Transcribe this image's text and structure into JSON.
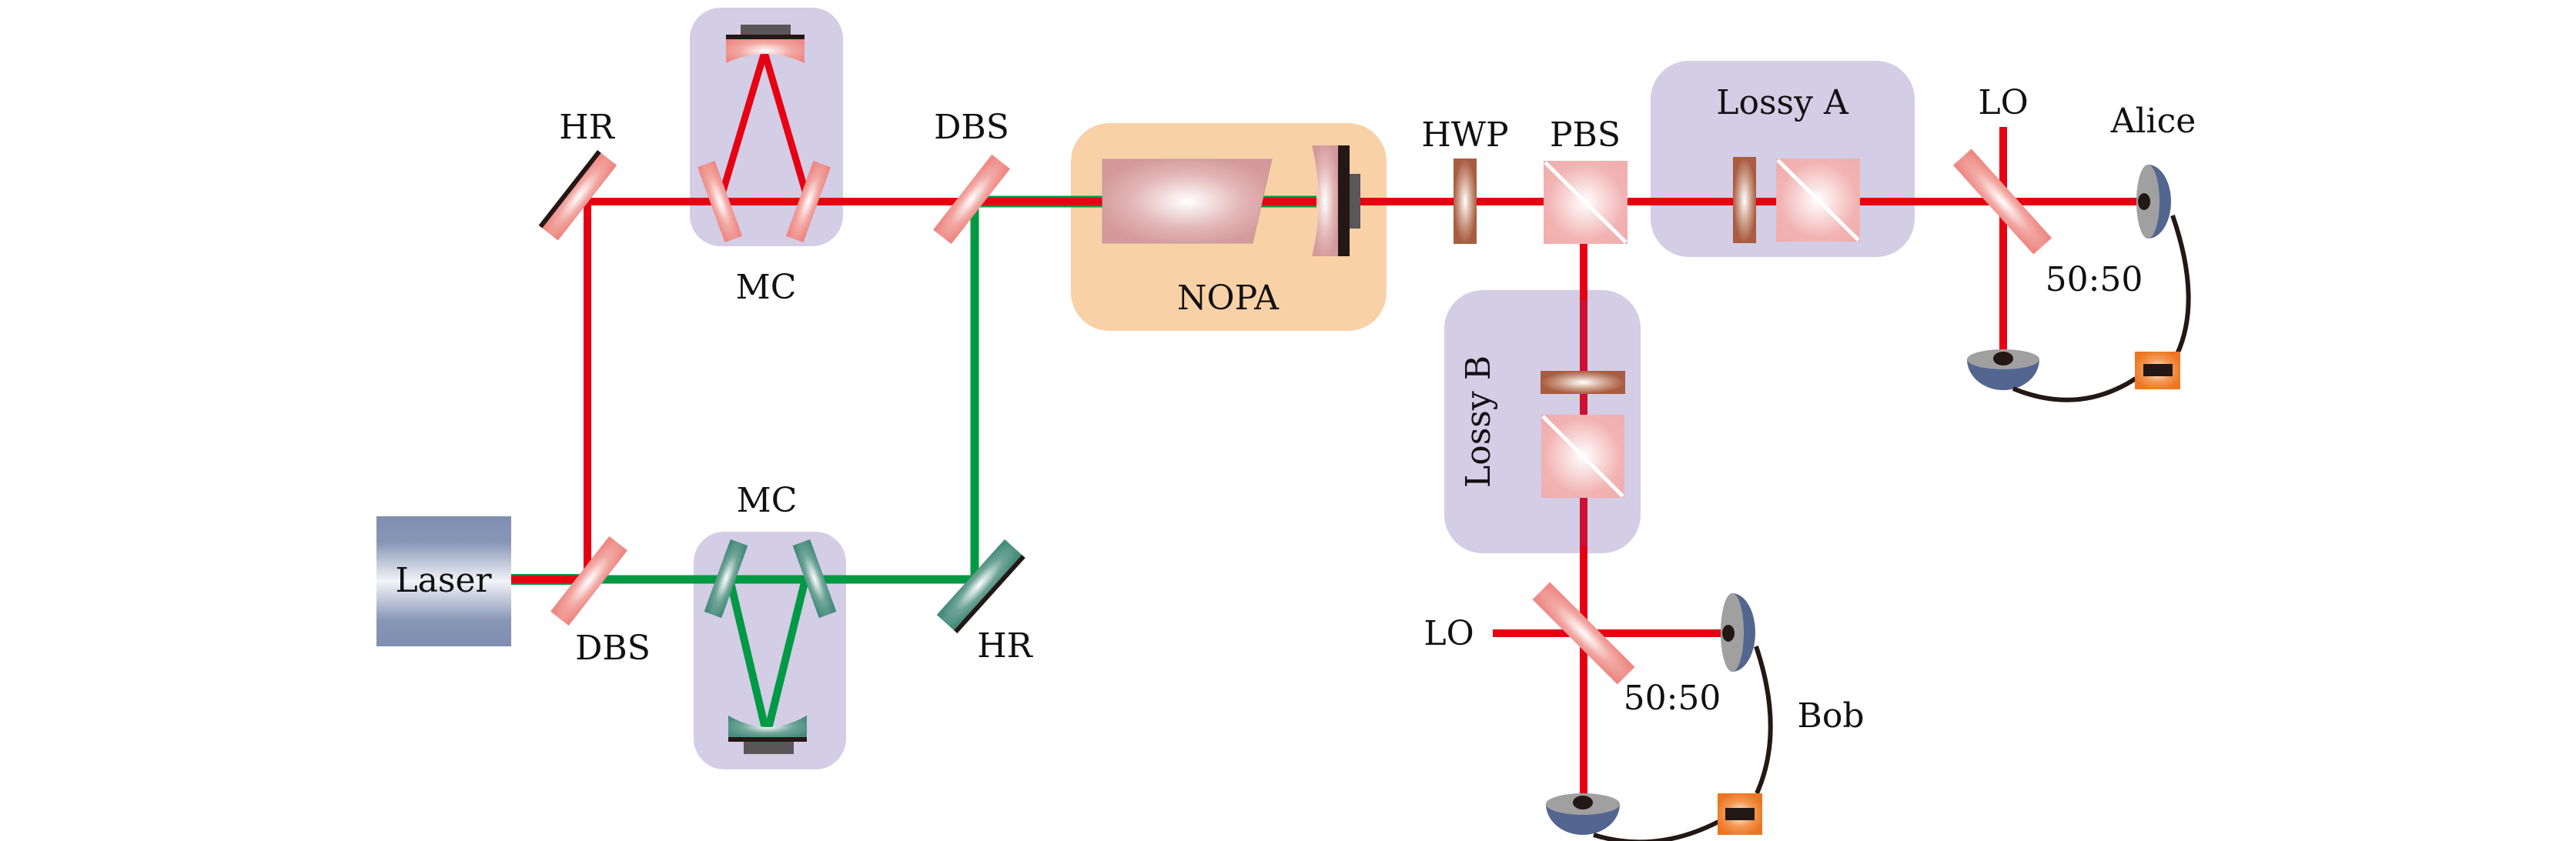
{
  "title": "Optical setup: squeezed-state generation with NOPA, lossy channels and balanced homodyne detection",
  "colors": {
    "red_beam": "#e60012",
    "green_beam": "#009944",
    "cavity_box": "#d3cde6",
    "nopa_box": "#f9d1a6",
    "laser_box": "#7f8db0",
    "mirror_pink": "#ee8882",
    "mirror_green": "#448b7b",
    "waveplate": "#a85c40",
    "pbs": "#f2b3b3",
    "detector_blue": "#52668f",
    "detector_gray": "#a0a0a0",
    "amplifier_orange": "#ec7520",
    "coating_black": "#231815"
  },
  "labels": {
    "laser": "Laser",
    "hr_top": "HR",
    "mc_top": "MC",
    "dbs_top": "DBS",
    "nopa": "NOPA",
    "hwp": "HWP",
    "pbs": "PBS",
    "lossy_a": "Lossy A",
    "lossy_b": "Lossy B",
    "lo_alice": "LO",
    "alice": "Alice",
    "bs_alice": "50:50",
    "dbs_bottom": "DBS",
    "mc_bottom": "MC",
    "hr_bottom": "HR",
    "lo_bob": "LO",
    "bs_bob": "50:50",
    "bob": "Bob"
  }
}
